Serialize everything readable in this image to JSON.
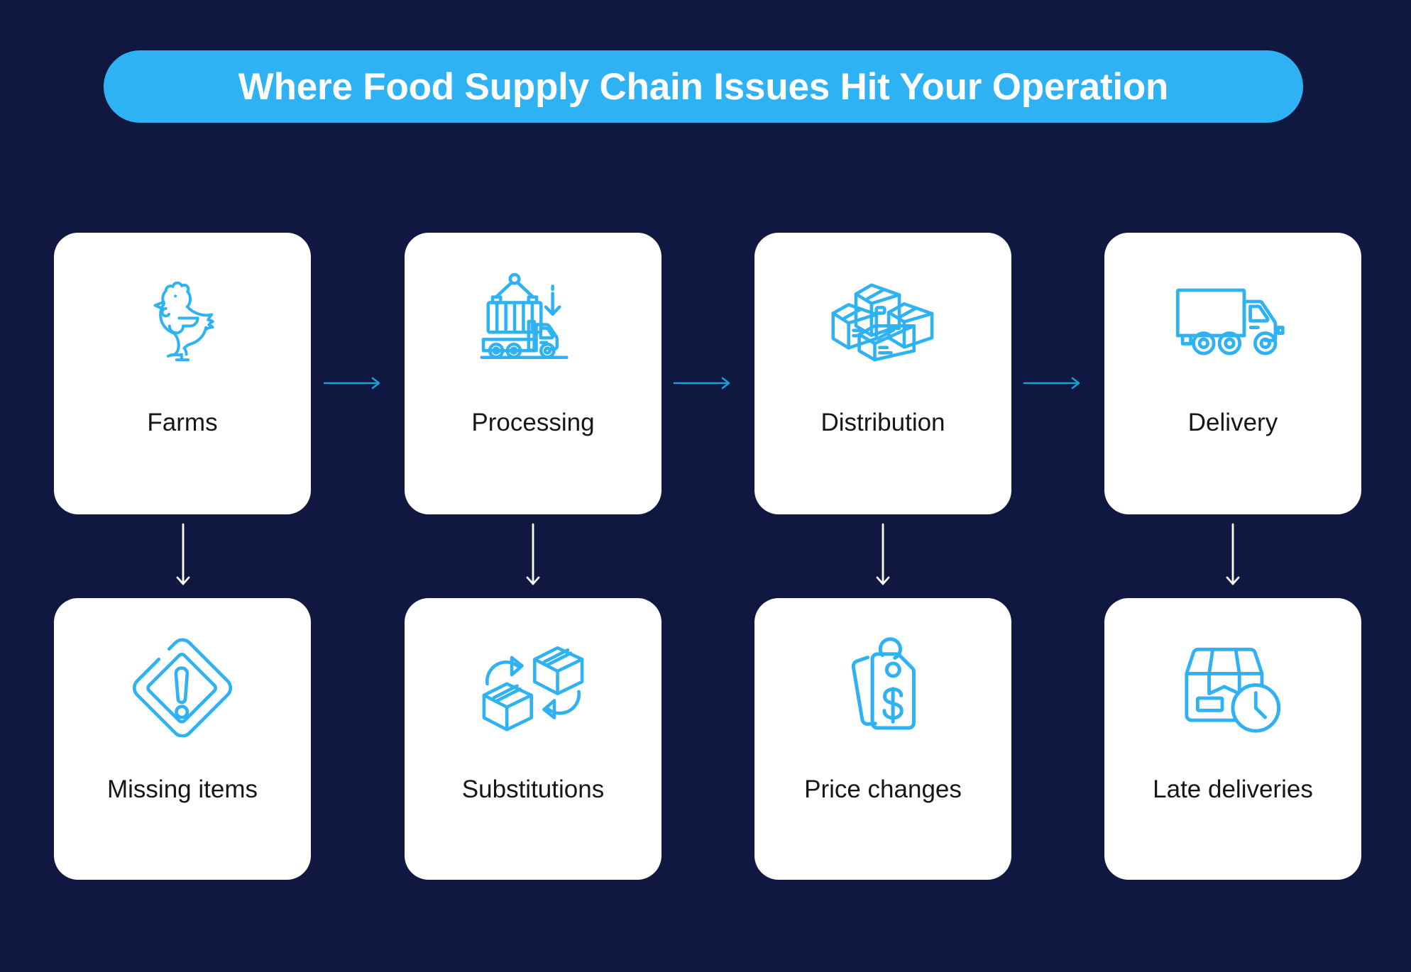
{
  "page": {
    "background_color": "#101741"
  },
  "header": {
    "title": "Where Food Supply Chain Issues Hit Your Operation",
    "banner_color": "#2FB2F4",
    "title_color": "#FFFFFF"
  },
  "colors": {
    "card_background": "#FFFFFF",
    "icon_stroke": "#2FB2F4",
    "label_text": "#15161A",
    "horizontal_arrow": "#1C9FD4",
    "vertical_arrow": "#FFFFFF"
  },
  "flow": {
    "stages": [
      {
        "label": "Farms",
        "icon": "chicken-icon"
      },
      {
        "label": "Processing",
        "icon": "container-truck-crane-icon"
      },
      {
        "label": "Distribution",
        "icon": "stacked-boxes-icon"
      },
      {
        "label": "Delivery",
        "icon": "delivery-truck-icon"
      }
    ],
    "issues": [
      {
        "label": "Missing items",
        "icon": "warning-diamond-icon"
      },
      {
        "label": "Substitutions",
        "icon": "box-swap-arrows-icon"
      },
      {
        "label": "Price changes",
        "icon": "price-tag-dollar-icon"
      },
      {
        "label": "Late deliveries",
        "icon": "package-clock-icon"
      }
    ],
    "stage_connectors": [
      {
        "icon": "arrow-right-icon"
      },
      {
        "icon": "arrow-right-icon"
      },
      {
        "icon": "arrow-right-icon"
      }
    ],
    "issue_connectors": [
      {
        "icon": "arrow-down-icon"
      },
      {
        "icon": "arrow-down-icon"
      },
      {
        "icon": "arrow-down-icon"
      },
      {
        "icon": "arrow-down-icon"
      }
    ]
  }
}
